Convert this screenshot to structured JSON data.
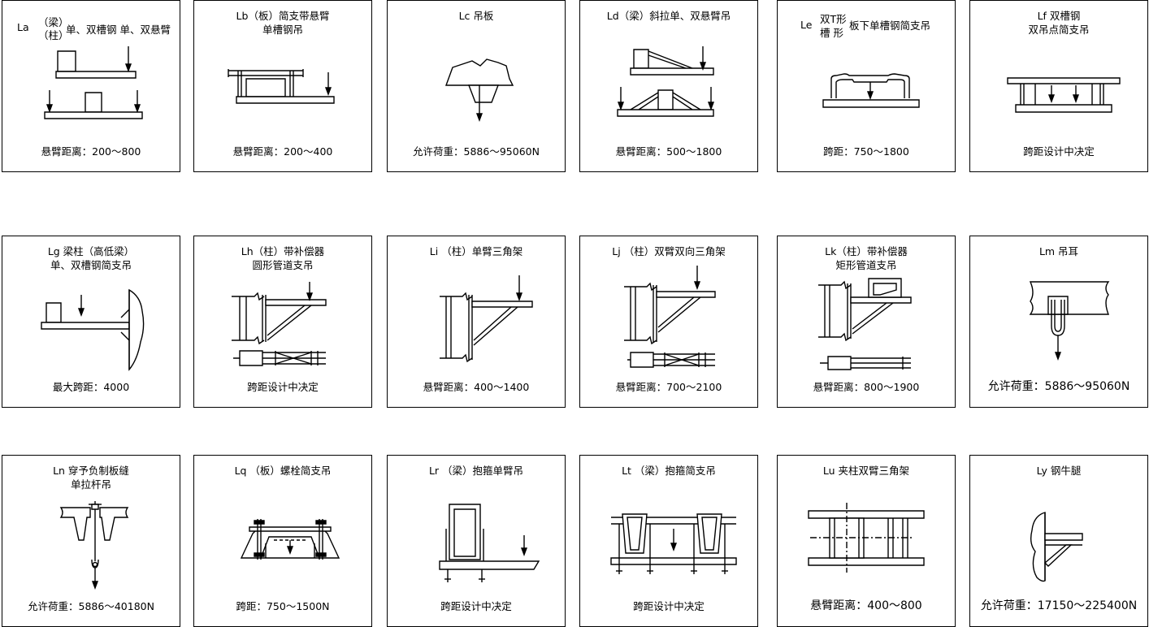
{
  "panels": {
    "la": {
      "title": [
        "La",
        "（梁）",
        "（柱）",
        "单、双槽钢 单、双悬臂"
      ],
      "note": "悬臂距离：200～800"
    },
    "lb": {
      "title": [
        "Lb（板）简支带悬臂",
        "单槽钢吊"
      ],
      "note": "悬臂距离：200～400"
    },
    "lc": {
      "title": [
        "Lc 吊板"
      ],
      "note": "允许荷重：5886～95060N"
    },
    "ld": {
      "title": [
        "Ld（梁）斜拉单、双悬臂吊"
      ],
      "note": "悬臂距离：500～1800"
    },
    "le": {
      "title": [
        "Le",
        "双T形",
        "槽 形",
        "板下单槽钢简支吊"
      ],
      "note": "跨距：750～1800"
    },
    "lf": {
      "title": [
        "Lf 双槽钢",
        "双吊点简支吊"
      ],
      "note": "跨距设计中决定"
    },
    "lg": {
      "title": [
        "Lg 梁柱（高低梁）",
        "单、双槽钢简支吊"
      ],
      "note": "最大跨距：4000"
    },
    "lh": {
      "title": [
        "Lh（柱）带补偿器",
        "圆形管道支吊"
      ],
      "note": "跨距设计中决定"
    },
    "li": {
      "title": [
        "Li （柱）单臂三角架"
      ],
      "note": "悬臂距离：400～1400"
    },
    "lj": {
      "title": [
        "Lj （柱）双臂双向三角架"
      ],
      "note": "悬臂距离：700～2100"
    },
    "lk": {
      "title": [
        "Lk（柱）带补偿器",
        "矩形管道支吊"
      ],
      "note": "悬臂距离：800～1900"
    },
    "lm": {
      "title": [
        "Lm 吊耳"
      ],
      "note": "允许荷重：5886～95060N"
    },
    "ln": {
      "title": [
        "Ln 穿予负制板缝",
        "单拉杆吊"
      ],
      "note": "允许荷重：5886～40180N"
    },
    "lq": {
      "title": [
        "Lq （板）螺栓简支吊"
      ],
      "note": "跨距：750～1500N"
    },
    "lr": {
      "title": [
        "Lr （梁）抱箍单臂吊"
      ],
      "note": "跨距设计中决定"
    },
    "lt": {
      "title": [
        "Lt （梁）抱箍简支吊"
      ],
      "note": "跨距设计中决定"
    },
    "lu": {
      "title": [
        "Lu 夹柱双臂三角架"
      ],
      "note": "悬臂距离：400～800"
    },
    "ly": {
      "title": [
        "Ly 钢牛腿"
      ],
      "note": "允许荷重：17150～225400N"
    }
  }
}
